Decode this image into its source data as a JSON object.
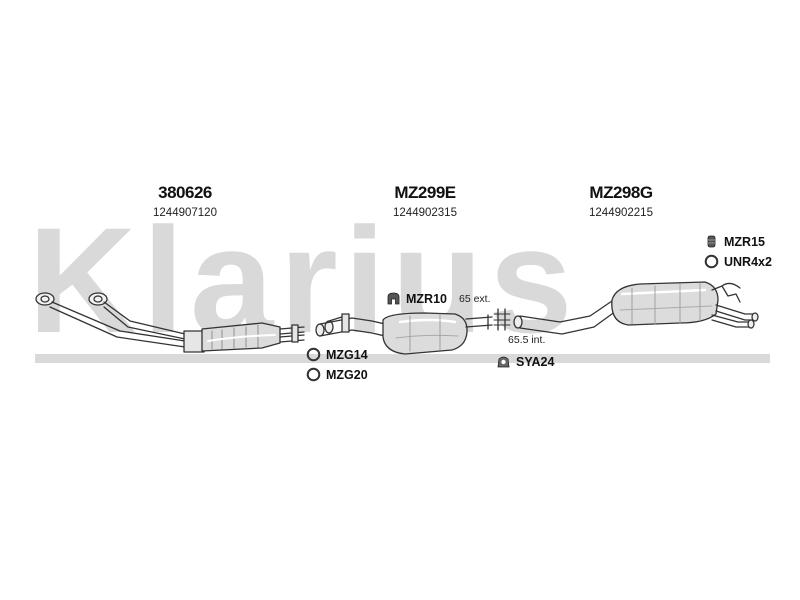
{
  "watermark": {
    "brand": "Klarius"
  },
  "sections": [
    {
      "part_number": "380626",
      "oe_number": "1244907120"
    },
    {
      "part_number": "MZ299E",
      "oe_number": "1244902315"
    },
    {
      "part_number": "MZ298G",
      "oe_number": "1244902215"
    }
  ],
  "accessories": {
    "mzr10": {
      "code": "MZR10",
      "icon": "rubber-hanger-icon"
    },
    "mzg14": {
      "code": "MZG14",
      "icon": "gasket-ring-icon"
    },
    "mzg20": {
      "code": "MZG20",
      "icon": "gasket-ring-icon"
    },
    "sya24": {
      "code": "SYA24",
      "icon": "rubber-mount-icon"
    },
    "mzr15": {
      "code": "MZR15",
      "icon": "rubber-block-icon"
    },
    "unr4x2": {
      "code": "UNR4x2",
      "icon": "ring-icon"
    }
  },
  "notes": {
    "external_diameter": "65 ext.",
    "internal_diameter": "65.5 int."
  },
  "colors": {
    "watermark": "#d9d9d9",
    "line": "#333333",
    "muffler_fill": "#dcdcdc"
  }
}
